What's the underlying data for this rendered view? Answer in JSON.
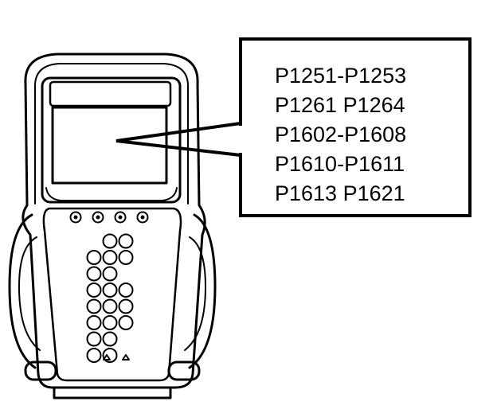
{
  "diagram": {
    "line_color": "#000000",
    "background_color": "#ffffff",
    "device": {
      "icon": "handheld-scan-tool-icon",
      "top_button_count": 4,
      "keypad_rows": [
        2,
        3,
        2,
        3,
        3,
        3,
        2,
        2
      ]
    },
    "callout": {
      "codes": [
        "P1251-P1253",
        "P1261 P1264",
        "P1602-P1608",
        "P1610-P1611",
        "P1613 P1621"
      ]
    }
  }
}
